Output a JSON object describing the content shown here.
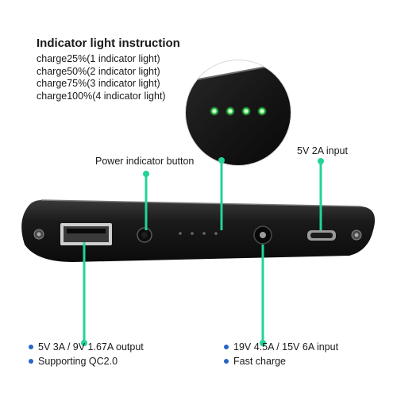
{
  "instructions": {
    "title": "Indicator light instruction",
    "items": [
      "charge25%(1 indicator light)",
      "charge50%(2 indicator light)",
      "charge75%(3 indicator light)",
      "charge100%(4 indicator  light)"
    ]
  },
  "callouts": {
    "power_button": "Power indicator button",
    "input_5v": "5V 2A input"
  },
  "usb_output": {
    "lines": [
      "5V 3A / 9V 1.67A output",
      "Supporting QC2.0"
    ]
  },
  "dc_input": {
    "lines": [
      "19V 4.5A / 15V 6A input",
      "Fast charge"
    ]
  },
  "colors": {
    "accent_green": "#22d39a",
    "bullet_blue": "#2864c8",
    "indicator_led": "#3dff5a",
    "device_body": "#151515"
  }
}
